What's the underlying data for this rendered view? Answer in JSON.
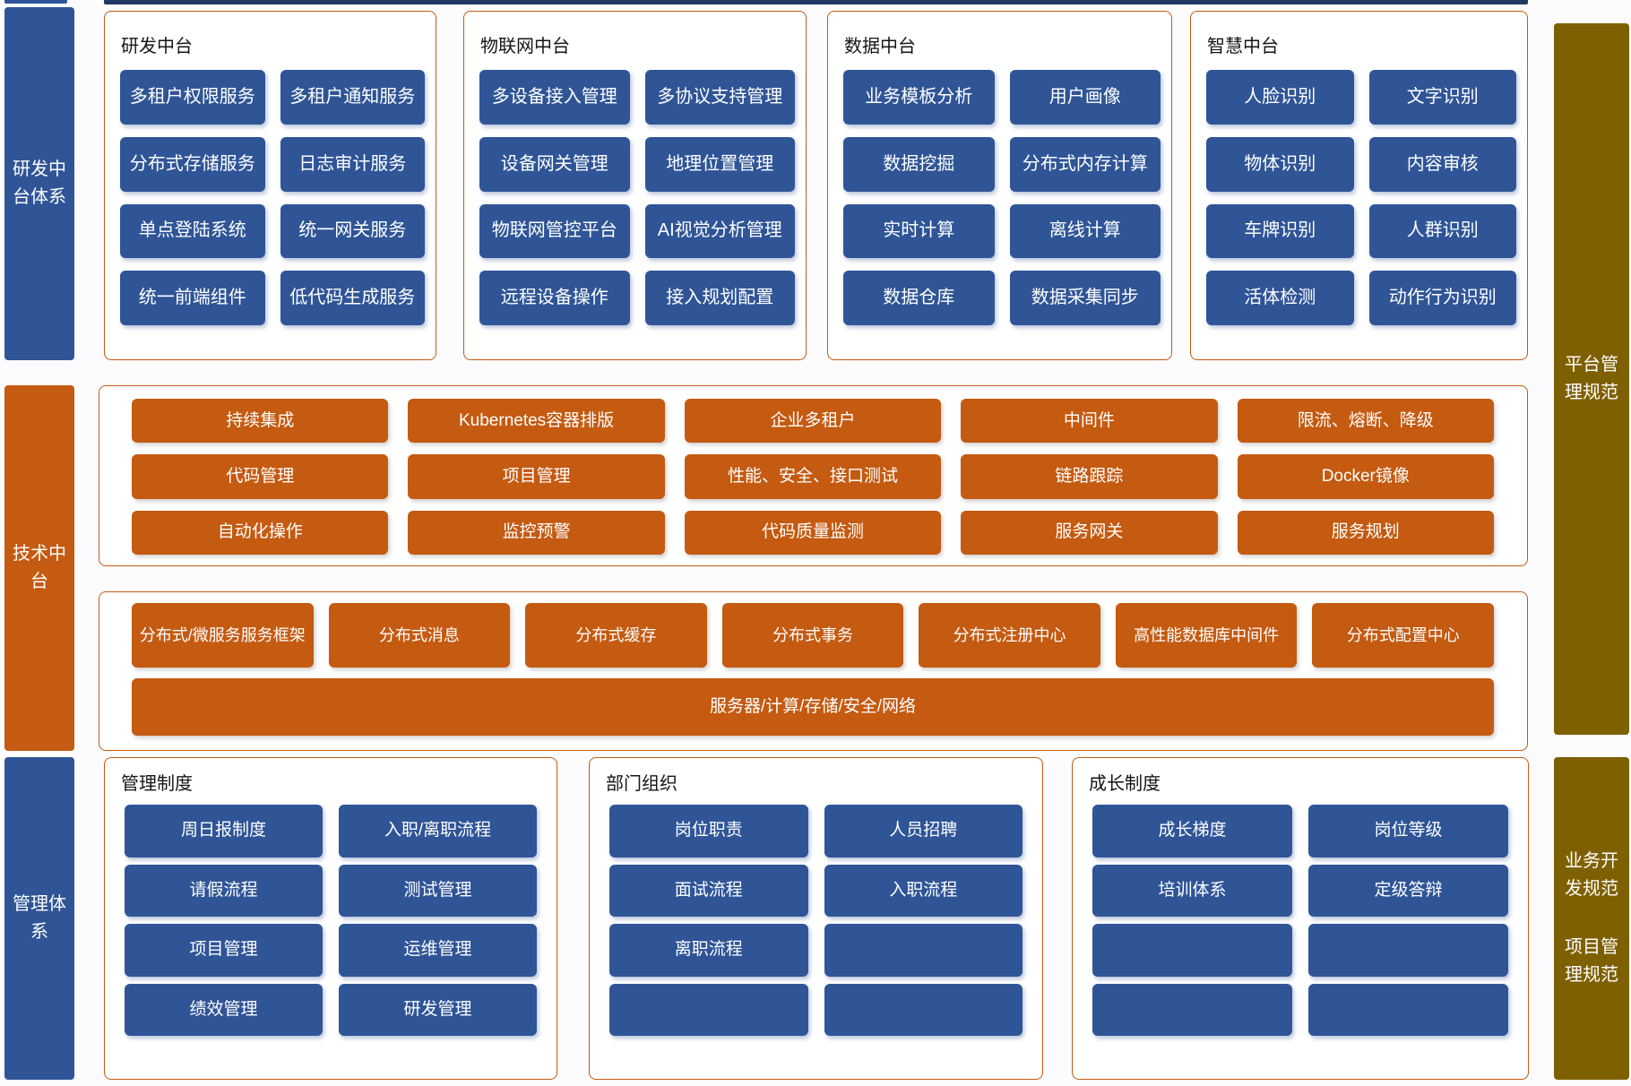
{
  "colors": {
    "blue_box": "#2F5597",
    "orange_box": "#C55A11",
    "olive_rail": "#7F6000",
    "panel_border": "#C55A11",
    "top_crop_line": "#1F3864",
    "box_text": "#FFFFFF",
    "title_text": "#151515"
  },
  "left_rails": [
    {
      "label": "研发中台体系"
    },
    {
      "label": "技术中台"
    },
    {
      "label": "管理体系"
    }
  ],
  "right_rails": [
    {
      "label": "平台管理规范"
    },
    {
      "label": "业务开发规范"
    },
    {
      "label": "项目管理规范"
    }
  ],
  "top_panels": [
    {
      "title": "研发中台",
      "items": [
        "多租户权限服务",
        "多租户通知服务",
        "分布式存储服务",
        "日志审计服务",
        "单点登陆系统",
        "统一网关服务",
        "统一前端组件",
        "低代码生成服务"
      ]
    },
    {
      "title": "物联网中台",
      "items": [
        "多设备接入管理",
        "多协议支持管理",
        "设备网关管理",
        "地理位置管理",
        "物联网管控平台",
        "AI视觉分析管理",
        "远程设备操作",
        "接入规划配置"
      ]
    },
    {
      "title": "数据中台",
      "items": [
        "业务模板分析",
        "用户画像",
        "数据挖掘",
        "分布式内存计算",
        "实时计算",
        "离线计算",
        "数据仓库",
        "数据采集同步"
      ]
    },
    {
      "title": "智慧中台",
      "items": [
        "人脸识别",
        "文字识别",
        "物体识别",
        "内容审核",
        "车牌识别",
        "人群识别",
        "活体检测",
        "动作行为识别"
      ]
    }
  ],
  "tech_platform": {
    "items": [
      "持续集成",
      "Kubernetes容器排版",
      "企业多租户",
      "中间件",
      "限流、熔断、降级",
      "代码管理",
      "项目管理",
      "性能、安全、接口测试",
      "链路跟踪",
      "Docker镜像",
      "自动化操作",
      "监控预警",
      "代码质量监测",
      "服务网关",
      "服务规划"
    ]
  },
  "tech_base": {
    "row": [
      "分布式/微服务服务框架",
      "分布式消息",
      "分布式缓存",
      "分布式事务",
      "分布式注册中心",
      "高性能数据库中间件",
      "分布式配置中心"
    ],
    "bar": "服务器/计算/存储/安全/网络"
  },
  "bottom_panels": [
    {
      "title": "管理制度",
      "items": [
        "周日报制度",
        "入职/离职流程",
        "请假流程",
        "测试管理",
        "项目管理",
        "运维管理",
        "绩效管理",
        "研发管理"
      ]
    },
    {
      "title": "部门组织",
      "items": [
        "岗位职责",
        "人员招聘",
        "面试流程",
        "入职流程",
        "离职流程",
        "",
        "",
        ""
      ]
    },
    {
      "title": "成长制度",
      "items": [
        "成长梯度",
        "岗位等级",
        "培训体系",
        "定级答辩",
        "",
        "",
        "",
        ""
      ]
    }
  ]
}
